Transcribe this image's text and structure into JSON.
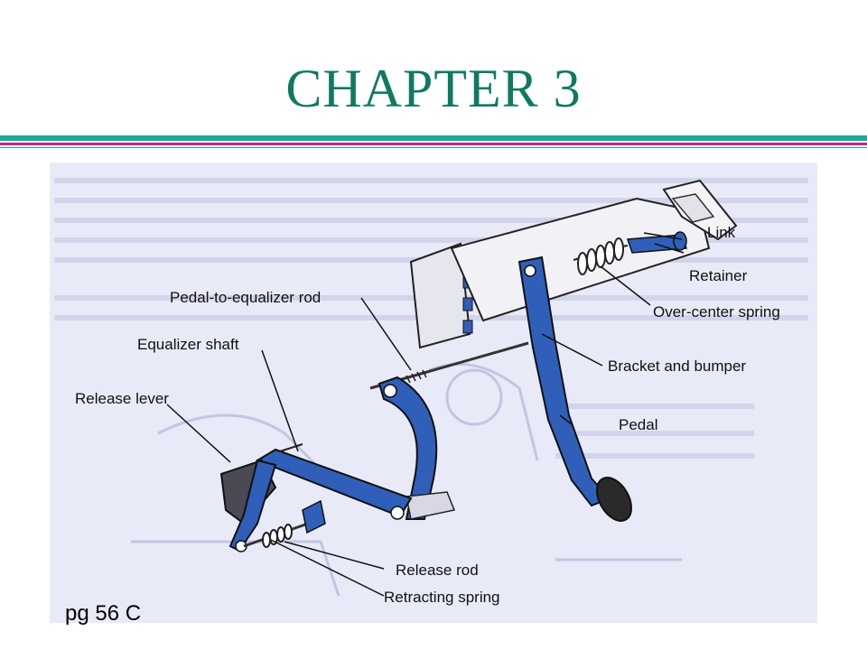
{
  "slide": {
    "title": "CHAPTER 3",
    "page_ref": "pg 56 C"
  },
  "labels": {
    "link": "Link",
    "retainer": "Retainer",
    "over_center_spring": "Over-center spring",
    "pedal_to_equalizer_rod": "Pedal-to-equalizer rod",
    "equalizer_shaft": "Equalizer shaft",
    "bracket_and_bumper": "Bracket and bumper",
    "release_lever": "Release lever",
    "pedal": "Pedal",
    "release_rod": "Release rod",
    "retracting_spring": "Retracting spring"
  },
  "colors": {
    "title": "#0f7a63",
    "rule_teal": "#1ea7a0",
    "rule_magenta": "#c4219f",
    "part_blue": "#2f5fb8",
    "background": "#e9eaf7"
  }
}
